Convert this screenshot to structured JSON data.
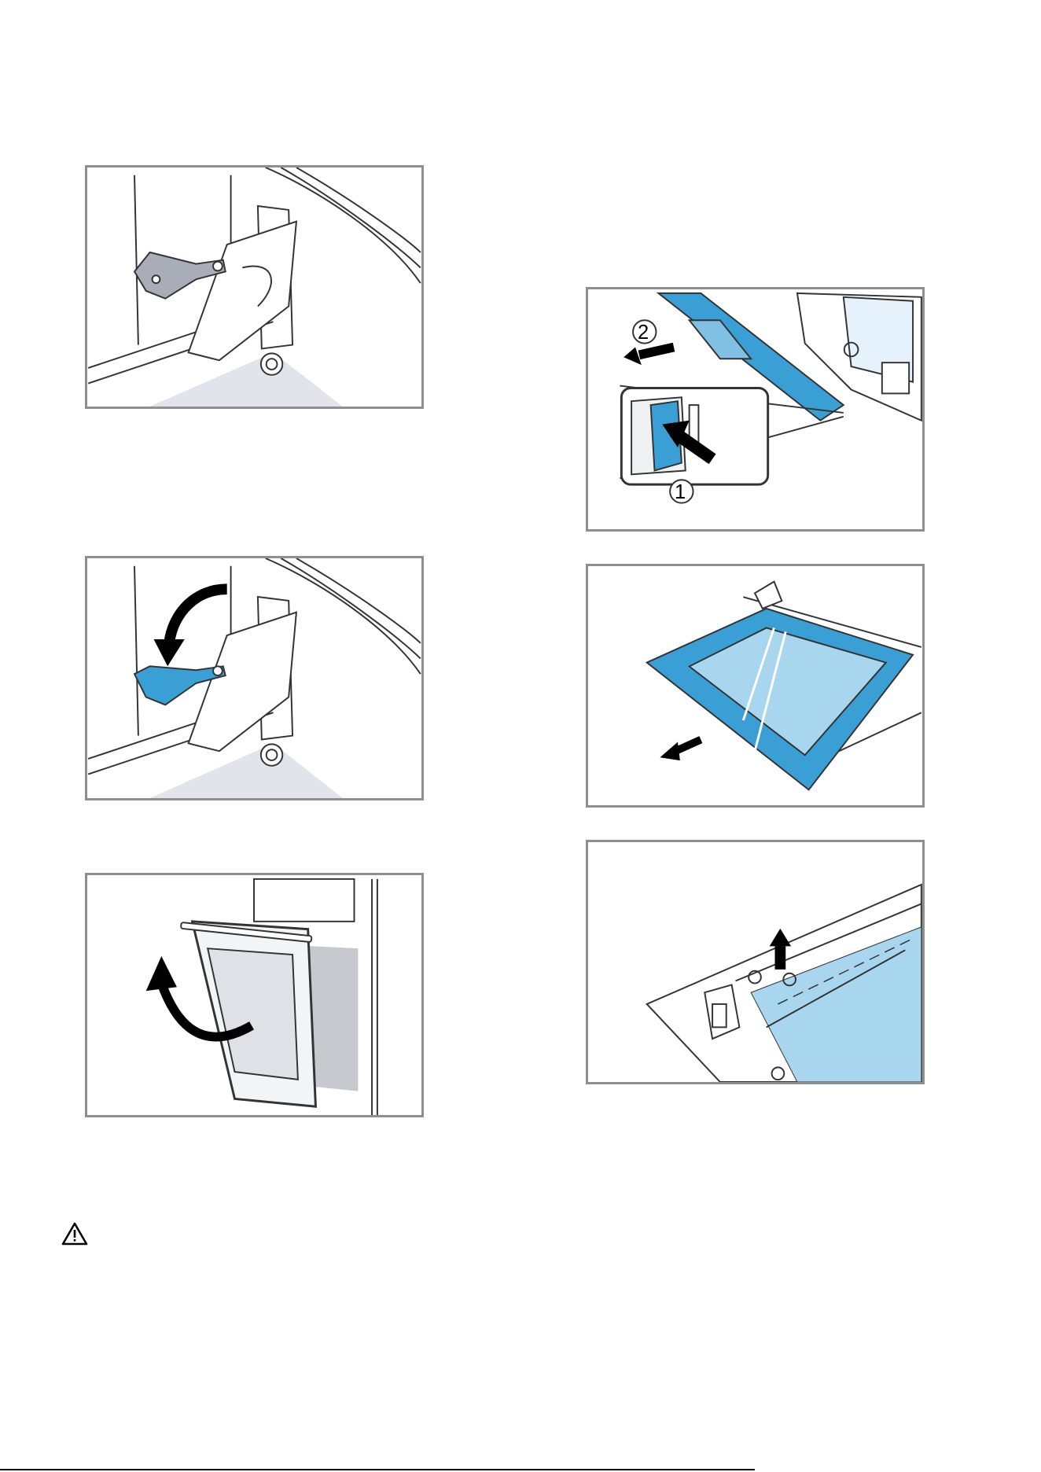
{
  "figures": [
    {
      "id": "p1",
      "icon": "hinge-lever-closed"
    },
    {
      "id": "p2",
      "icon": "hinge-lever-folded"
    },
    {
      "id": "p3",
      "icon": "oven-door-removal"
    },
    {
      "id": "p4",
      "icon": "door-cover-removal",
      "callouts": [
        "1",
        "2"
      ]
    },
    {
      "id": "p5",
      "icon": "inner-glass-removal"
    },
    {
      "id": "p6",
      "icon": "glass-pane-lift"
    }
  ],
  "colors": {
    "accent": "#3a9fd4",
    "accent_light": "#a9d6ef",
    "frame": "#8f8f8f",
    "floor": "#e1e4ea"
  },
  "warning": {
    "icon": "warning-triangle-icon"
  }
}
